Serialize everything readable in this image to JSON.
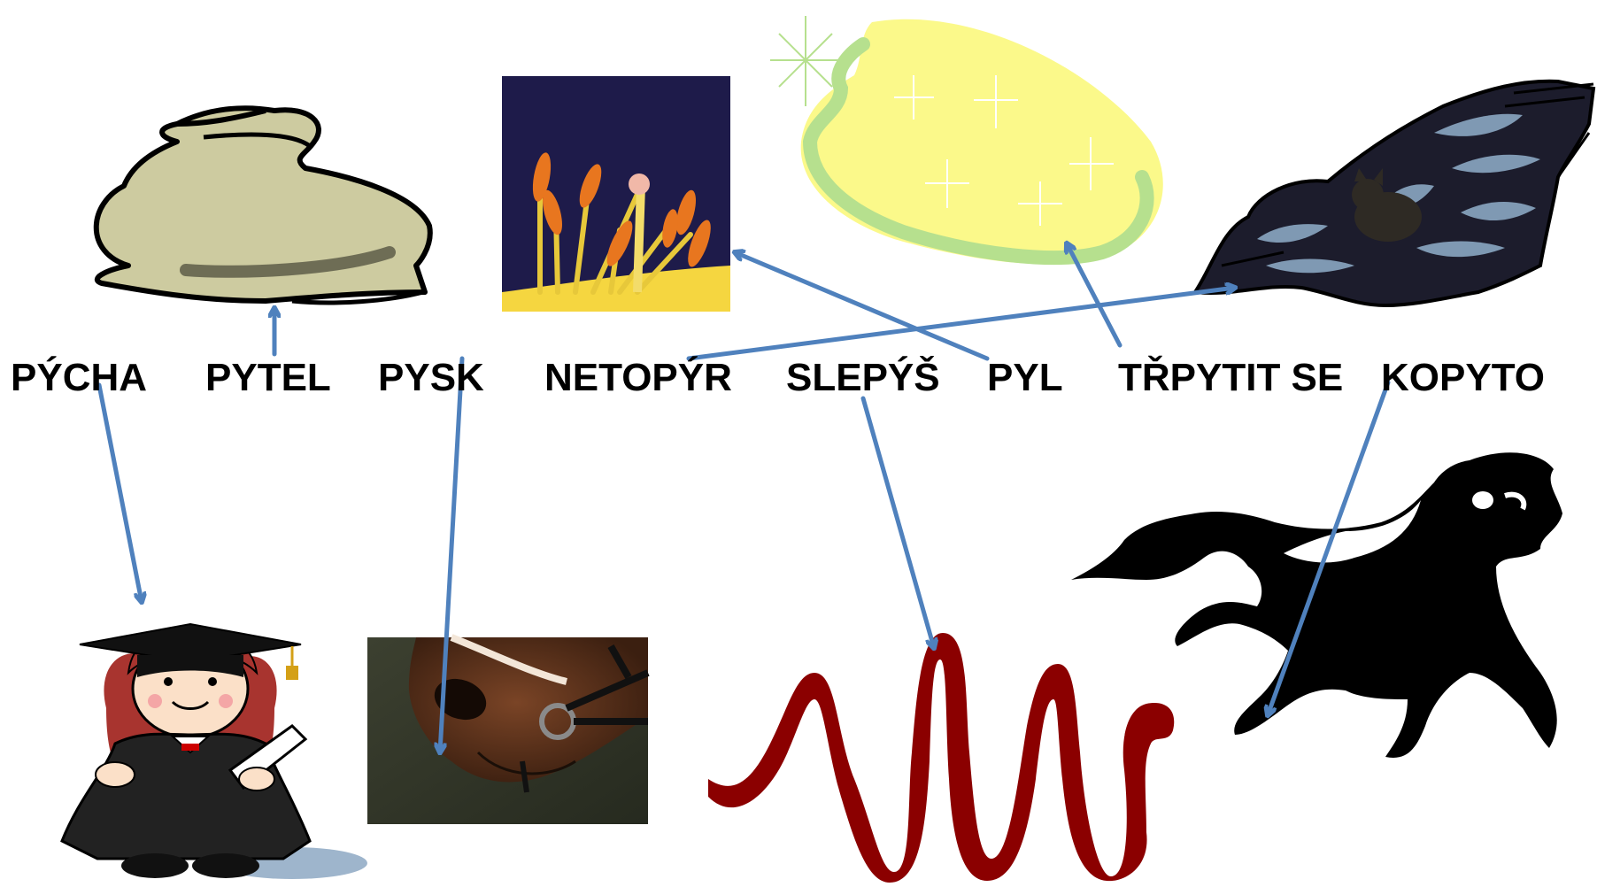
{
  "words": {
    "pycha": "PÝCHA",
    "pytel": "PYTEL",
    "pysk": "PYSK",
    "netopyr": "NETOPÝR",
    "slepys": "SLEPÝŠ",
    "pyl": "PYL",
    "trpytit": "TŘPYTIT SE",
    "kopyto": "KOPYTO"
  },
  "pictures": [
    "sack",
    "lily-stamens",
    "sparkle",
    "bat",
    "graduate",
    "horse-muzzle",
    "snake",
    "galloping-horse"
  ],
  "colors": {
    "arrow": "#4f81bd",
    "snake": "#8b0000",
    "sparkle_fill": "#fbf98a",
    "sparkle_outline": "#b6e08e",
    "sack": "#cdcba0",
    "flower_bg": "#1e1b4a",
    "pollen": "#e8761f"
  }
}
